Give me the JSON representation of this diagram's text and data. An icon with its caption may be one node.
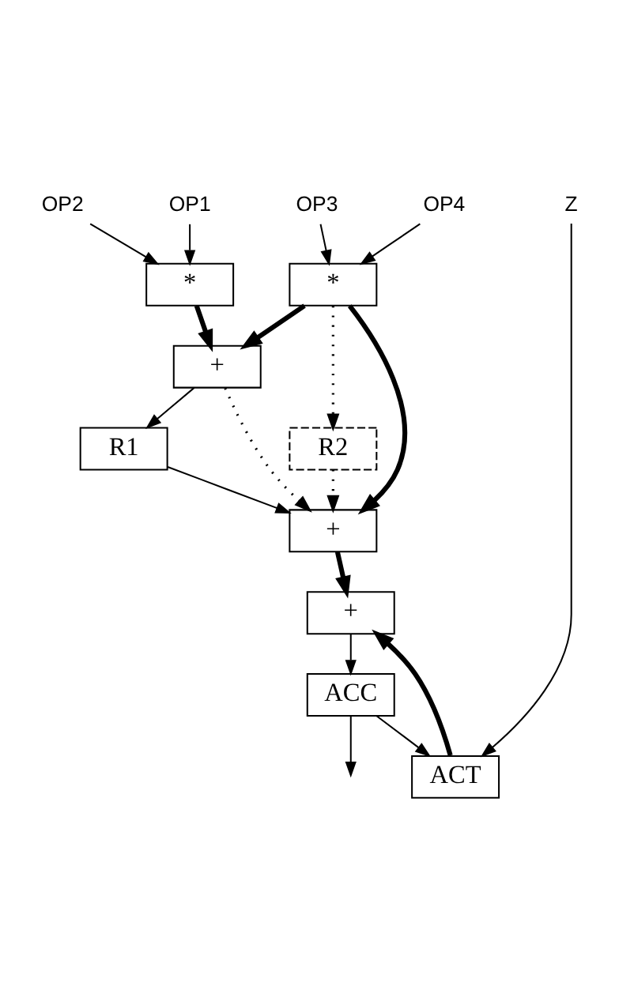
{
  "diagram": {
    "nodes": [
      {
        "text": [
          "OP1"
        ]
      },
      {
        "text": [
          "OP2"
        ]
      },
      {
        "text": [
          "OP3"
        ]
      },
      {
        "text": [
          "OP4"
        ]
      },
      {
        "text": [
          "Z"
        ]
      },
      {
        "text": [
          "*"
        ]
      },
      {
        "text": [
          "*"
        ]
      },
      {
        "text": [
          "+"
        ]
      },
      {
        "text": [
          "R2"
        ]
      },
      {
        "text": [
          "R1"
        ]
      },
      {
        "text": [
          "+"
        ]
      },
      {
        "text": [
          "+"
        ]
      },
      {
        "text": [
          "ACT"
        ]
      },
      {
        "text": [
          "ACC"
        ]
      }
    ],
    "edges": [
      {
        "from": 0,
        "to": 5,
        "arrow": "to"
      },
      {
        "from": 1,
        "to": 5,
        "arrow": "to"
      },
      {
        "from": 2,
        "to": 6,
        "arrow": "to"
      },
      {
        "from": 3,
        "to": 6,
        "arrow": "to"
      },
      {
        "from": 4,
        "to": 12,
        "arrow": "to"
      },
      {
        "from": 5,
        "to": 7,
        "arrow": "to",
        "style": "thick"
      },
      {
        "from": 6,
        "to": 7,
        "arrow": "to",
        "style": "thick"
      },
      {
        "from": 6,
        "to": 8,
        "arrow": "to",
        "style": "dashed"
      },
      {
        "from": 6,
        "to": 10,
        "arrow": "to",
        "style": "thick"
      },
      {
        "from": 8,
        "to": 10,
        "arrow": "to",
        "style": "dashed"
      },
      {
        "from": 7,
        "to": 9,
        "arrow": "to"
      },
      {
        "from": 7,
        "to": 10,
        "arrow": "to",
        "style": "dashed"
      },
      {
        "from": 9,
        "to": 10,
        "arrow": "to"
      },
      {
        "from": 10,
        "to": 11,
        "arrow": "to",
        "style": "thick"
      },
      {
        "from": 12,
        "to": 11,
        "arrow": "to",
        "style": "thick"
      },
      {
        "from": 11,
        "to": 13,
        "arrow": "to"
      },
      {
        "from": 13,
        "to": null,
        "arrow": "to"
      },
      {
        "from": 13,
        "to": 12,
        "arrow": "to"
      }
    ]
  }
}
